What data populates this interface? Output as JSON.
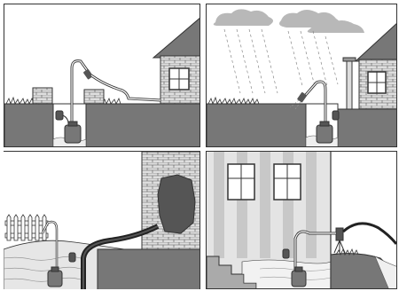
{
  "colors": {
    "outline": "#333333",
    "wall": "#dcdcdc",
    "roof": "#777777",
    "soil": "#666666",
    "water": "#f0f0f0",
    "cloud": "#b8b8b8",
    "stripe": "#c8c8c8",
    "pump": "#777777"
  },
  "panels": [
    {
      "icon": "garden-watering-from-well-scene"
    },
    {
      "icon": "rainwater-collection-scene"
    },
    {
      "icon": "flooded-cellar-drainage-scene"
    },
    {
      "icon": "flooded-basement-stairs-scene"
    }
  ]
}
